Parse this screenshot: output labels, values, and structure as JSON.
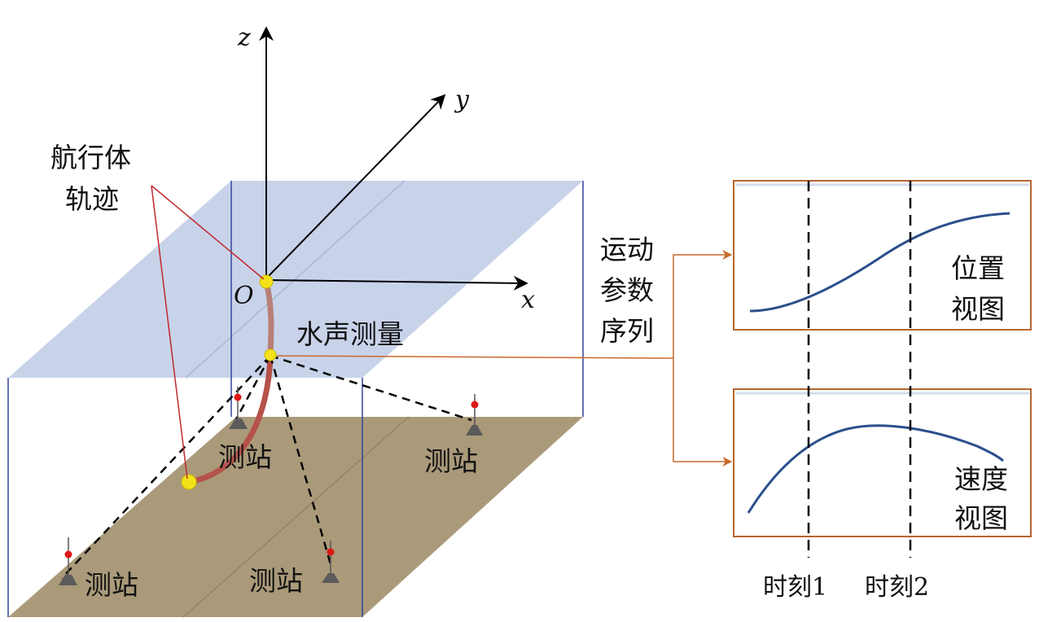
{
  "axes": {
    "x": "x",
    "y": "y",
    "z": "z",
    "origin": "O"
  },
  "labels": {
    "trajectory_line1": "航行体",
    "trajectory_line2": "轨迹",
    "acoustic": "水声测量",
    "station": "测站",
    "seq_line1": "运动",
    "seq_line2": "参数",
    "seq_line3": "序列"
  },
  "views": {
    "position": {
      "line1": "位置",
      "line2": "视图"
    },
    "velocity": {
      "line1": "速度",
      "line2": "视图"
    }
  },
  "times": {
    "t1": "时刻1",
    "t2": "时刻2"
  },
  "colors": {
    "water_surface": "#c8d3ea",
    "seabed": "#aa9a7a",
    "trajectory": "#b5524a",
    "leader": "#c0282c",
    "connector": "#c8692a",
    "curve": "#2b4f8c",
    "vehicle_point": "#f3e21a",
    "station_marker": "#e01818"
  }
}
